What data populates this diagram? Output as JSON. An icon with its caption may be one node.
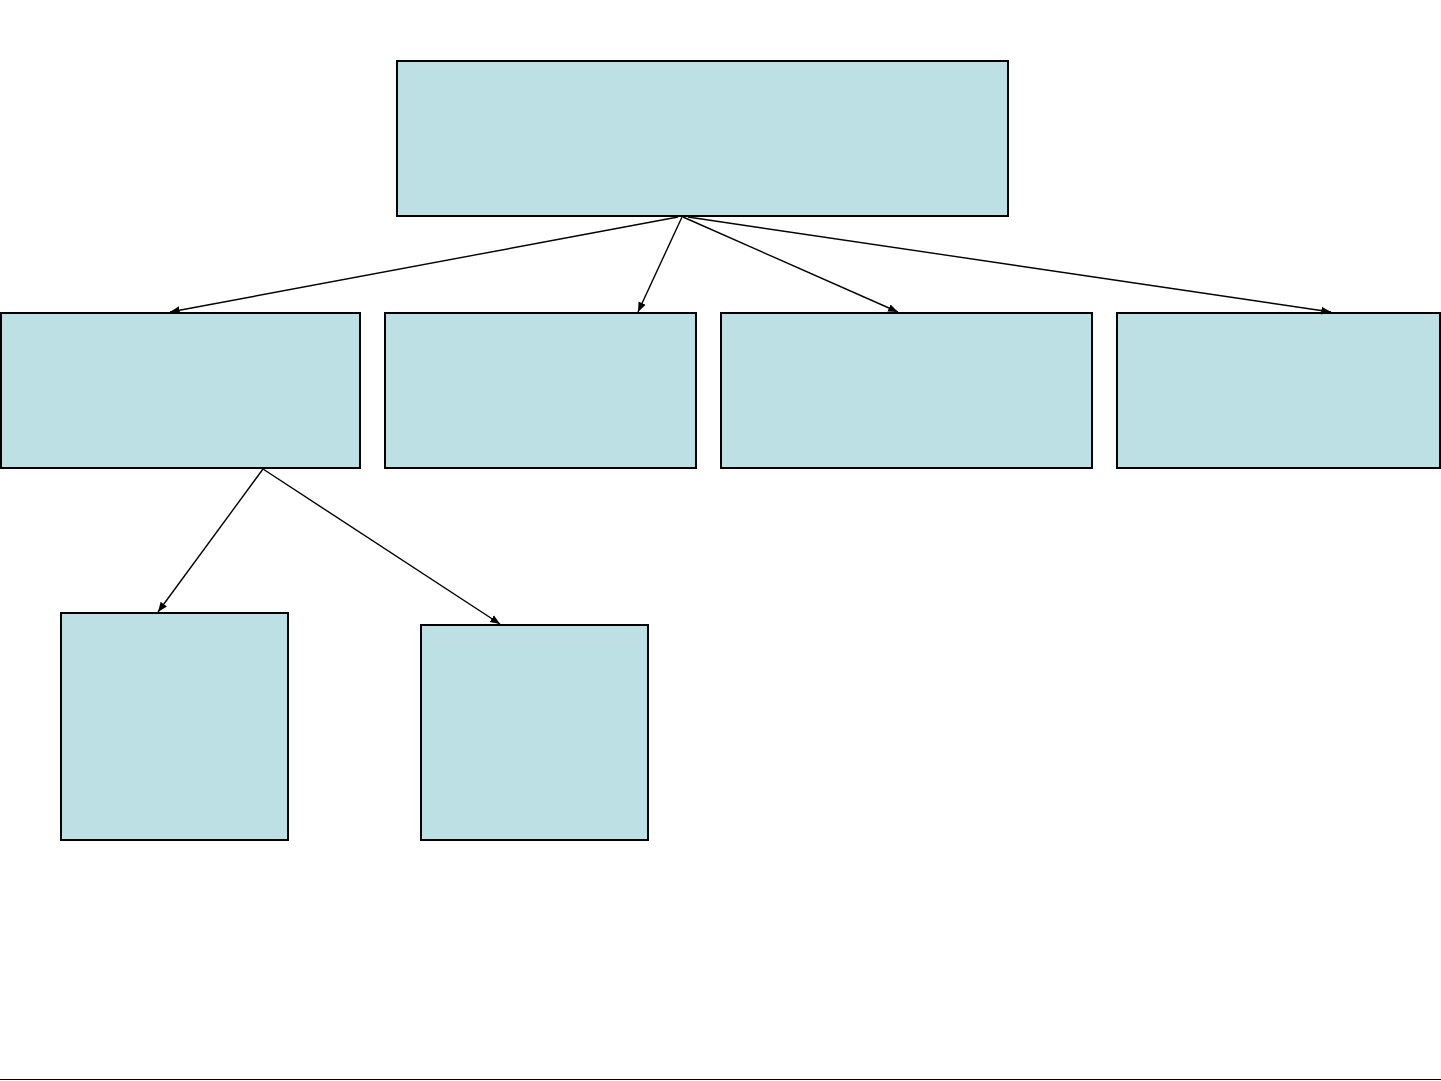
{
  "diagram": {
    "nodes": [
      {
        "text": [],
        "shape": "box"
      },
      {
        "text": [],
        "shape": "box"
      },
      {
        "text": [],
        "shape": "box"
      },
      {
        "text": [],
        "shape": "box"
      },
      {
        "text": [],
        "shape": "box"
      },
      {
        "text": [],
        "shape": "box"
      },
      {
        "text": [],
        "shape": "box"
      }
    ],
    "edges": [
      {
        "from": 0,
        "to": 1,
        "arrow": "to"
      },
      {
        "from": 0,
        "to": 2,
        "arrow": "to"
      },
      {
        "from": 0,
        "to": 3,
        "arrow": "to"
      },
      {
        "from": 0,
        "to": 4,
        "arrow": "to"
      },
      {
        "from": 1,
        "to": 5,
        "arrow": "to"
      },
      {
        "from": 1,
        "to": 6,
        "arrow": "to"
      }
    ]
  }
}
